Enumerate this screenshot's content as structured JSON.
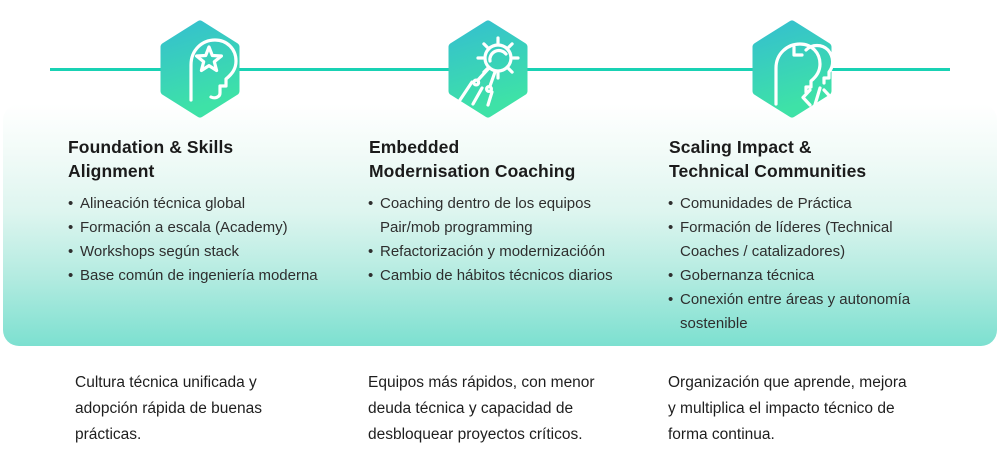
{
  "theme": {
    "background": "#ffffff",
    "timeline_color": "#19d2b4",
    "hexagon_gradient_top": "#35c0ce",
    "hexagon_gradient_bottom": "#3ee2a7",
    "panel_gradient_bottom": "#7ce0d0",
    "icon_stroke": "#ffffff",
    "heading_color": "#1b1b1b",
    "body_color": "#2e2e2e"
  },
  "columns": [
    {
      "icon": "head-star-icon",
      "title": "Foundation & Skills Alignment",
      "bullets": [
        "Alineación técnica global",
        "Formación a escala (Academy)",
        "Workshops según stack",
        "Base común de ingeniería moderna"
      ],
      "summary": "Cultura técnica unificada y adopción rápida de buenas prácticas."
    },
    {
      "icon": "gear-circuit-icon",
      "title": "Embedded Modernisation Coaching",
      "bullets": [
        "Coaching dentro de los equipos\nPair/mob programming",
        "Refactorización y modernizacióón",
        "Cambio de hábitos técnicos diarios"
      ],
      "summary": "Equipos más rápidos, con menor deuda técnica y capacidad de desbloquear proyectos críticos."
    },
    {
      "icon": "heads-code-icon",
      "title": "Scaling Impact & Technical Communities",
      "bullets": [
        "Comunidades de Práctica",
        "Formación de líderes (Technical Coaches / catalizadores)",
        "Gobernanza técnica",
        "Conexión entre áreas y autonomía sostenible"
      ],
      "summary": "Organización que aprende, mejora y multiplica el impacto técnico de forma continua."
    }
  ]
}
